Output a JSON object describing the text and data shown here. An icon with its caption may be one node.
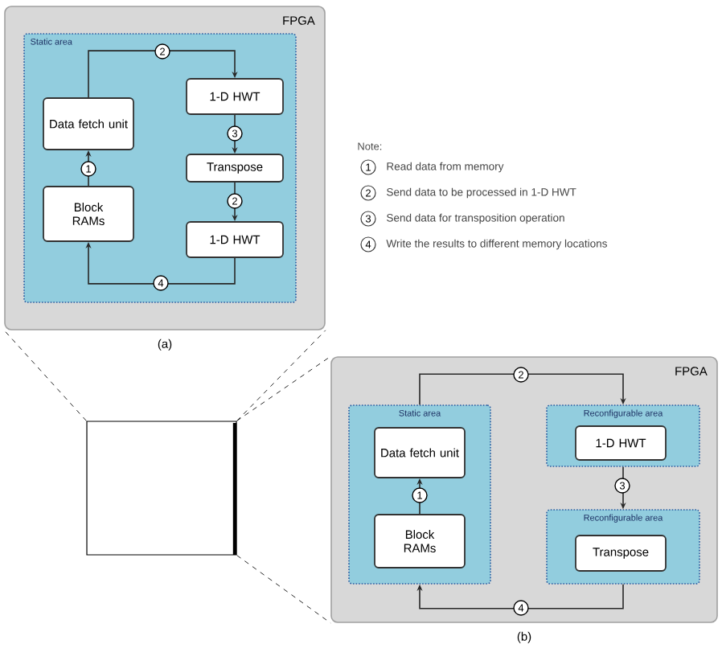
{
  "diagram": {
    "nodes": [
      {
        "text": [
          "FPGA"
        ],
        "beside": [
          "(a)"
        ]
      },
      {
        "text": [
          "Static area"
        ],
        "in": 0
      },
      {
        "text": [
          "Data fetch unit"
        ],
        "in": 1
      },
      {
        "text": [
          "Block RAMs"
        ],
        "in": 1
      },
      {
        "text": [
          "1-D HWT"
        ],
        "in": 1
      },
      {
        "text": [
          "Transpose"
        ],
        "in": 1
      },
      {
        "text": [
          "1-D HWT"
        ],
        "in": 1
      },
      {
        "text": [
          "FPGA"
        ],
        "beside": [
          "(b)"
        ]
      },
      {
        "text": [
          "Static area"
        ],
        "in": 7
      },
      {
        "text": [
          "Data fetch unit"
        ],
        "in": 8
      },
      {
        "text": [
          "Block RAMs"
        ],
        "in": 8
      },
      {
        "text": [
          "Reconfigurable area"
        ],
        "in": 7
      },
      {
        "text": [
          "1-D HWT"
        ],
        "in": 11
      },
      {
        "text": [
          "Reconfigurable area"
        ],
        "in": 7
      },
      {
        "text": [
          "Transpose"
        ],
        "in": 13
      },
      {
        "text": [],
        "shape": "box"
      }
    ],
    "edges": [
      {
        "from": 3,
        "to": 2,
        "arrow": "to",
        "label": "1"
      },
      {
        "from": 2,
        "to": 4,
        "arrow": "to",
        "label": "2"
      },
      {
        "from": 4,
        "to": 5,
        "arrow": "to",
        "label": "3"
      },
      {
        "from": 5,
        "to": 6,
        "arrow": "to",
        "label": "2"
      },
      {
        "from": 6,
        "to": 3,
        "arrow": "to",
        "label": "4"
      },
      {
        "from": 10,
        "to": 9,
        "arrow": "to",
        "label": "1"
      },
      {
        "from": 8,
        "to": 11,
        "arrow": "to",
        "label": "2"
      },
      {
        "from": 11,
        "to": 13,
        "arrow": "to",
        "label": "3"
      },
      {
        "from": 13,
        "to": 8,
        "arrow": "to",
        "label": "4"
      },
      {
        "from": 15,
        "to": 0,
        "arrow": "none",
        "style": "dashed"
      },
      {
        "from": 15,
        "to": 0,
        "arrow": "none",
        "style": "dashed"
      },
      {
        "from": 15,
        "to": 7,
        "arrow": "none",
        "style": "dashed"
      },
      {
        "from": 15,
        "to": 7,
        "arrow": "none",
        "style": "dashed"
      }
    ],
    "labels": [
      "Note:",
      "1",
      "Read data from memory",
      "2",
      "Send data to be processed in 1-D HWT",
      "3",
      "Send data for transposition operation",
      "4",
      "Write the results to different memory locations"
    ]
  }
}
